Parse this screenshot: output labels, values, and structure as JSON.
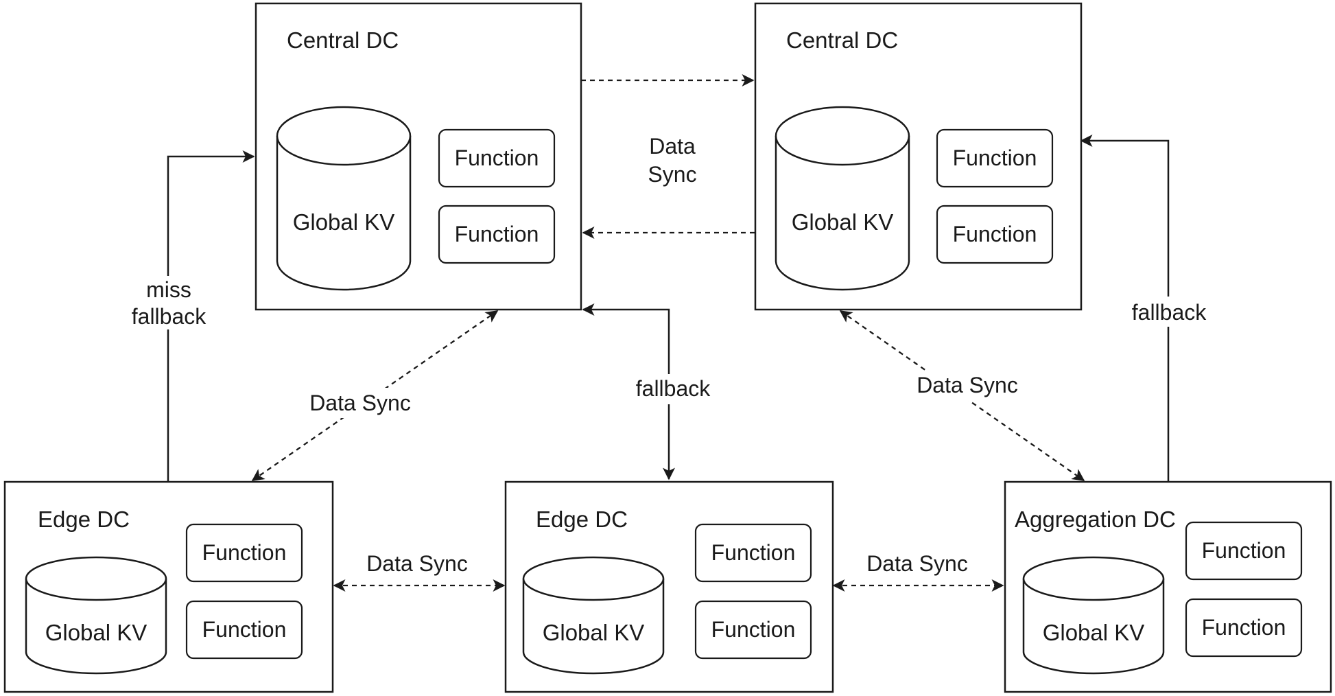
{
  "nodes": {
    "central_left": {
      "title": "Central DC",
      "kv": "Global KV",
      "functions": [
        "Function",
        "Function"
      ]
    },
    "central_right": {
      "title": "Central DC",
      "kv": "Global KV",
      "functions": [
        "Function",
        "Function"
      ]
    },
    "edge_left": {
      "title": "Edge DC",
      "kv": "Global KV",
      "functions": [
        "Function",
        "Function"
      ]
    },
    "edge_middle": {
      "title": "Edge DC",
      "kv": "Global KV",
      "functions": [
        "Function",
        "Function"
      ]
    },
    "aggregation": {
      "title": "Aggregation DC",
      "kv": "Global KV",
      "functions": [
        "Function",
        "Function"
      ]
    }
  },
  "edges": {
    "central_sync_line1": "Data",
    "central_sync_line2": "Sync",
    "miss_fallback_line1": "miss",
    "miss_fallback_line2": "fallback",
    "edge_left_central_sync": "Data Sync",
    "edge_middle_fallback": "fallback",
    "central_right_aggregation_sync": "Data Sync",
    "aggregation_fallback": "fallback",
    "edge_left_middle_sync": "Data Sync",
    "edge_middle_aggregation_sync": "Data Sync"
  }
}
